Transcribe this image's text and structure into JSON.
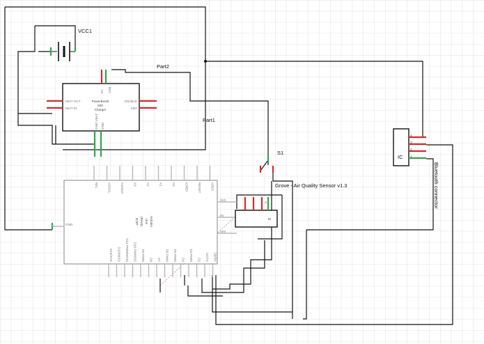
{
  "labels": {
    "vcc1": "VCC1",
    "part2": "Part2",
    "part1": "Part1",
    "s1": "S1",
    "grove": "Grove - Air Quality Sensor v1.3",
    "bluetooth": "Bluetooth connector",
    "ic": "IC"
  },
  "powerboost": {
    "title_line1": "PowerBoost",
    "title_line2": "500",
    "title_line3": "Charger",
    "vbat_out": "VBAT OUT",
    "vbat_in": "VBAT IN",
    "enable": "ENABLE",
    "lbo": "LBO",
    "top_pin_1": "5V",
    "top_pin_2": "USB",
    "bottom_pin_1": "GND VBAT",
    "bottom_pin_2": "GND"
  },
  "arduino": {
    "name_line1": "Arduino",
    "name_line2": "Uno",
    "name_line3": "(Rev3)",
    "name_line4": "ICSP",
    "left_pins": [
      "3V3",
      "5V",
      "VIN"
    ],
    "gnd": "GND",
    "top_pins": [
      "N/C",
      "A5/SCL",
      "A4/SDA",
      "A3",
      "A2",
      "A1",
      "A0",
      "IOREF",
      "RESET",
      "AREF"
    ],
    "bottom_pins": [
      "D13/SCK",
      "D12/MISO",
      "D11 PWM/MOSI",
      "D10 PWM/SS",
      "D9 PWM",
      "D8",
      "D7",
      "D6 PWM",
      "D5 PWM",
      "D4",
      "D3 PWM",
      "D2",
      "D1/TX",
      "D0/RX"
    ]
  },
  "sensor": {
    "pin_top": "A",
    "pin_label": "M"
  },
  "bluetooth_pins": [
    "4",
    "3",
    "2",
    "1"
  ],
  "colors": {
    "wire": "#111111",
    "pin_red": "#d42a2a",
    "pin_green": "#2aa84a",
    "grid": "#dcdcdc",
    "board_outline": "#9a9a9a"
  }
}
